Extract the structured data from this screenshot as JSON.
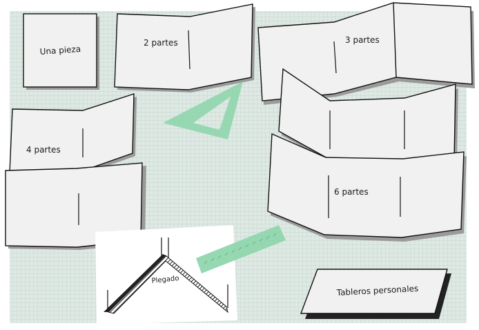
{
  "colors": {
    "background": "#ffffff",
    "grid_mat": "#dfe9e4",
    "grid_line": "#b9cfc6",
    "panel_fill": "#f1f1f1",
    "panel_shadow": "#9a9a9a",
    "panel_edge": "#111111",
    "ruler_green": "#8fd6ad",
    "hatch": "#222222"
  },
  "labels": {
    "una_pieza": "Una pieza",
    "dos_partes": "2 partes",
    "tres_partes": "3 partes",
    "cuatro_partes": "4 partes",
    "seis_partes": "6 partes",
    "plegado": "Plegado",
    "tableros_personales": "Tableros personales"
  }
}
